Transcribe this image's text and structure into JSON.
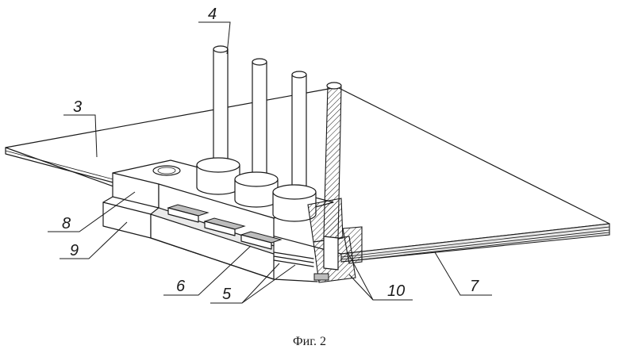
{
  "caption": "Фиг. 2",
  "labels": {
    "l3": "3",
    "l4": "4",
    "l5": "5",
    "l6": "6",
    "l7": "7",
    "l8": "8",
    "l9": "9",
    "l10": "10"
  }
}
